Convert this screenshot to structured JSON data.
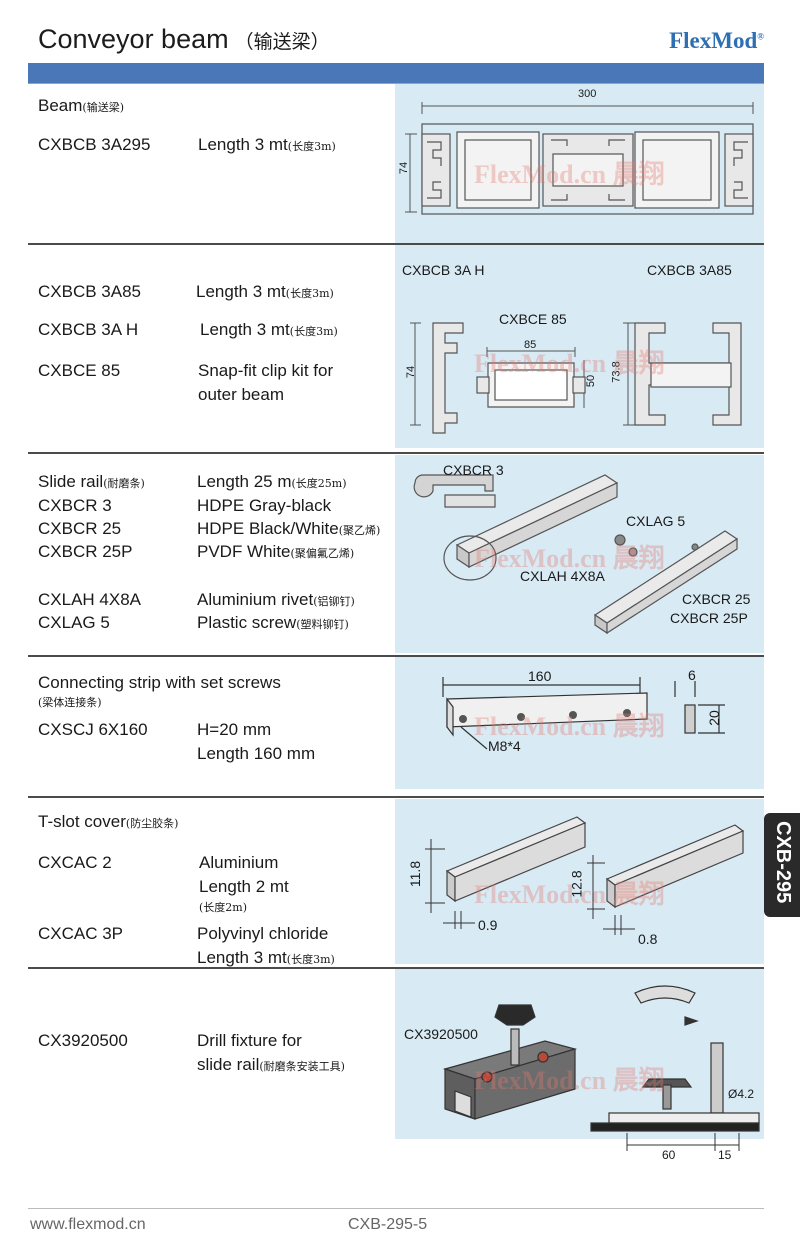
{
  "header": {
    "title": "Conveyor beam",
    "title_cn": "（输送梁）",
    "brand": "FlexMod",
    "brand_mark": "®"
  },
  "side_tab": "CXB-295",
  "watermark": "FlexMod.cn 晨翔",
  "footer": {
    "website": "www.flexmod.cn",
    "page": "CXB-295-5"
  },
  "sections": {
    "beam": {
      "heading": "Beam",
      "heading_cn": "(输送梁)",
      "code": "CXBCB 3A295",
      "desc": "Length 3 mt",
      "desc_cn": "(长度3m)",
      "dims": {
        "width": "300",
        "height": "74"
      }
    },
    "beam85": {
      "rows": [
        {
          "code": "CXBCB 3A85",
          "desc": "Length 3 mt",
          "desc_cn": "(长度3m)"
        },
        {
          "code": "CXBCB 3A H",
          "desc": "Length 3 mt",
          "desc_cn": "(长度3m)"
        },
        {
          "code": "CXBCE 85",
          "desc": "Snap-fit clip kit for",
          "desc2": "outer beam"
        }
      ],
      "labels": {
        "left": "CXBCB 3A H",
        "right": "CXBCB 3A85",
        "center": "CXBCE 85"
      },
      "dims": {
        "h1": "74",
        "w": "85",
        "h2": "50",
        "h3": "73.8"
      }
    },
    "slide": {
      "heading": "Slide rail",
      "heading_cn": "(耐磨条)",
      "heading_desc": "Length 25 m",
      "heading_desc_cn": "(长度25m)",
      "rows": [
        {
          "code": "CXBCR 3",
          "desc": "HDPE Gray-black",
          "desc_cn": ""
        },
        {
          "code": "CXBCR 25",
          "desc": "HDPE Black/White",
          "desc_cn": "(聚乙烯)"
        },
        {
          "code": "CXBCR 25P",
          "desc": "PVDF White",
          "desc_cn": "(聚偏氟乙烯)"
        },
        {
          "code": "CXLAH 4X8A",
          "desc": "Aluminium rivet",
          "desc_cn": "(铝铆钉)"
        },
        {
          "code": "CXLAG 5",
          "desc": "Plastic screw",
          "desc_cn": "(塑料铆钉)"
        }
      ],
      "labels": {
        "rail": "CXBCR 3",
        "screw": "CXLAG 5",
        "rivet": "CXLAH 4X8A",
        "r25": "CXBCR 25",
        "r25p": "CXBCR 25P"
      }
    },
    "strip": {
      "heading": "Connecting strip with set screws",
      "heading_cn": "(梁体连接条)",
      "code": "CXSCJ 6X160",
      "desc1": "H=20 mm",
      "desc2": "Length 160 mm",
      "dims": {
        "length": "160",
        "thick": "6",
        "height": "20",
        "screws": "M8*4"
      }
    },
    "tslot": {
      "heading": "T-slot cover",
      "heading_cn": "(防尘胶条)",
      "rows": [
        {
          "code": "CXCAC 2",
          "desc": "Aluminium",
          "desc2": "Length 2  mt",
          "desc2_cn": "(长度2m)"
        },
        {
          "code": "CXCAC 3P",
          "desc": "Polyvinyl chloride",
          "desc2": "Length 3  mt",
          "desc2_cn": "(长度3m)"
        }
      ],
      "dims": {
        "h_a": "11.8",
        "t_a": "0.9",
        "h_b": "12.8",
        "t_b": "0.8"
      }
    },
    "drill": {
      "code": "CX3920500",
      "desc1": "Drill fixture for",
      "desc2": "slide rail",
      "desc2_cn": "(耐磨条安装工具)",
      "label": "CX3920500",
      "dims": {
        "dia": "Ø4.2",
        "a": "60",
        "b": "15"
      }
    }
  }
}
